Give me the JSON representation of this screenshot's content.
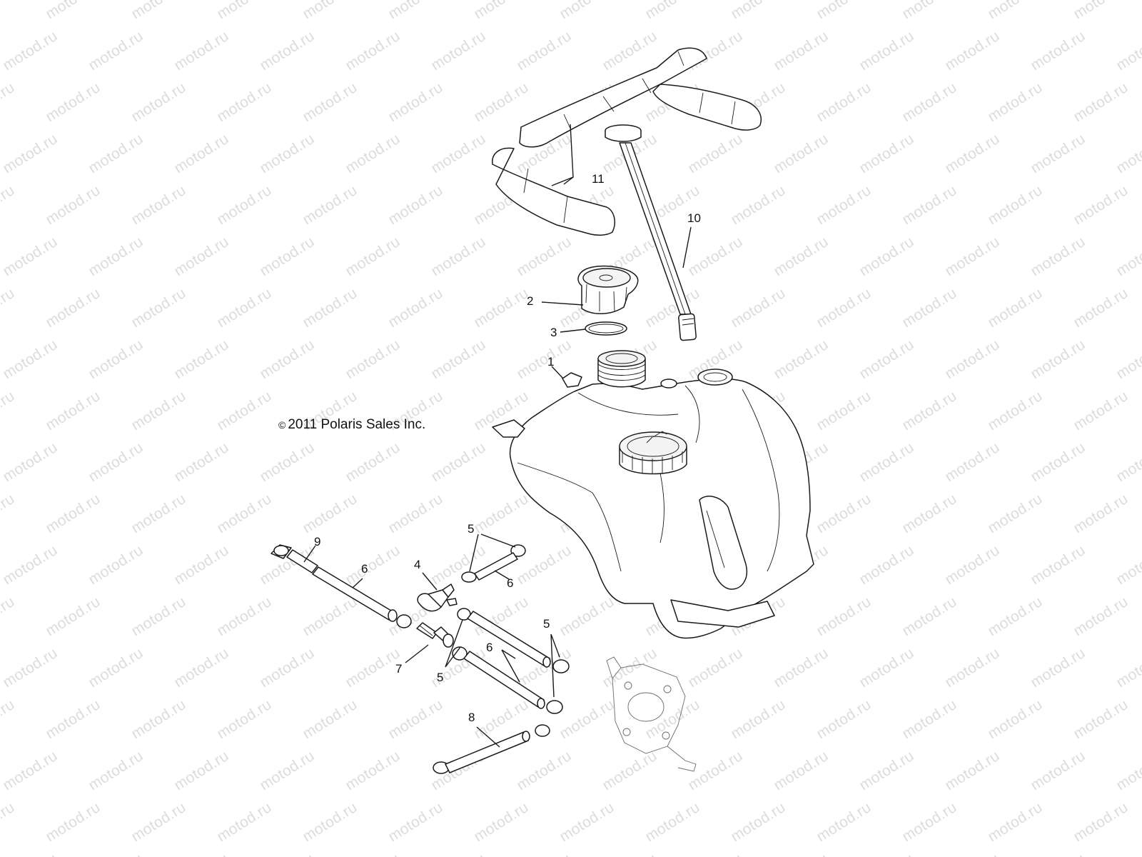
{
  "watermark": "motod.ru",
  "copyright": {
    "symbol": "©",
    "text": "2011  Polaris Sales Inc."
  },
  "callouts": [
    {
      "id": "c1",
      "label": "1"
    },
    {
      "id": "c2",
      "label": "2"
    },
    {
      "id": "c3",
      "label": "3"
    },
    {
      "id": "c4",
      "label": "4"
    },
    {
      "id": "c5a",
      "label": "5"
    },
    {
      "id": "c5b",
      "label": "5"
    },
    {
      "id": "c5c",
      "label": "5"
    },
    {
      "id": "c6a",
      "label": "6"
    },
    {
      "id": "c6b",
      "label": "6"
    },
    {
      "id": "c6c",
      "label": "6"
    },
    {
      "id": "c7",
      "label": "7"
    },
    {
      "id": "c8",
      "label": "8"
    },
    {
      "id": "c9",
      "label": "9"
    },
    {
      "id": "c10",
      "label": "10"
    },
    {
      "id": "c11",
      "label": "11"
    }
  ]
}
